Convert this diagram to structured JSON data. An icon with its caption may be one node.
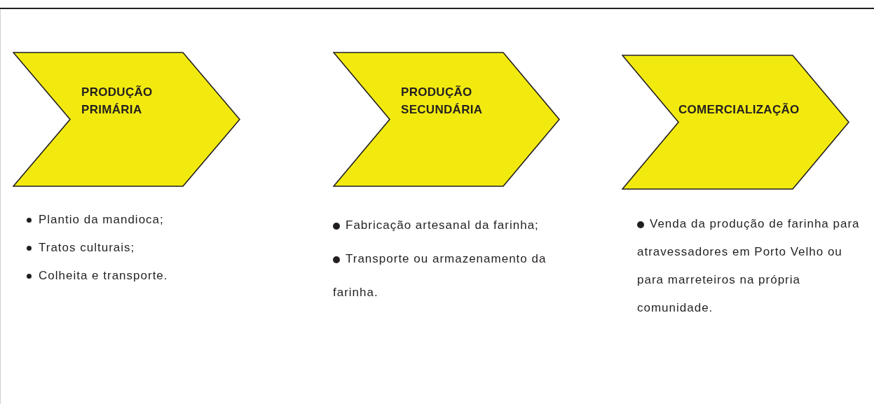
{
  "diagram": {
    "nodes": [
      {
        "text": [
          "PRODUÇÃO PRIMÁRIA"
        ],
        "beside": [
          "Plantio da mandioca;",
          "Tratos culturais;",
          "Colheita e transporte."
        ]
      },
      {
        "text": [
          "PRODUÇÃO SECUNDÁRIA"
        ],
        "beside": [
          "Fabricação artesanal da farinha;",
          "Transporte ou armazenamento da farinha."
        ]
      },
      {
        "text": [
          "COMERCIALIZAÇÃO"
        ],
        "beside": [
          "Venda da produção de farinha para atravessadores em Porto Velho ou para marreteiros na própria comunidade."
        ]
      }
    ]
  }
}
